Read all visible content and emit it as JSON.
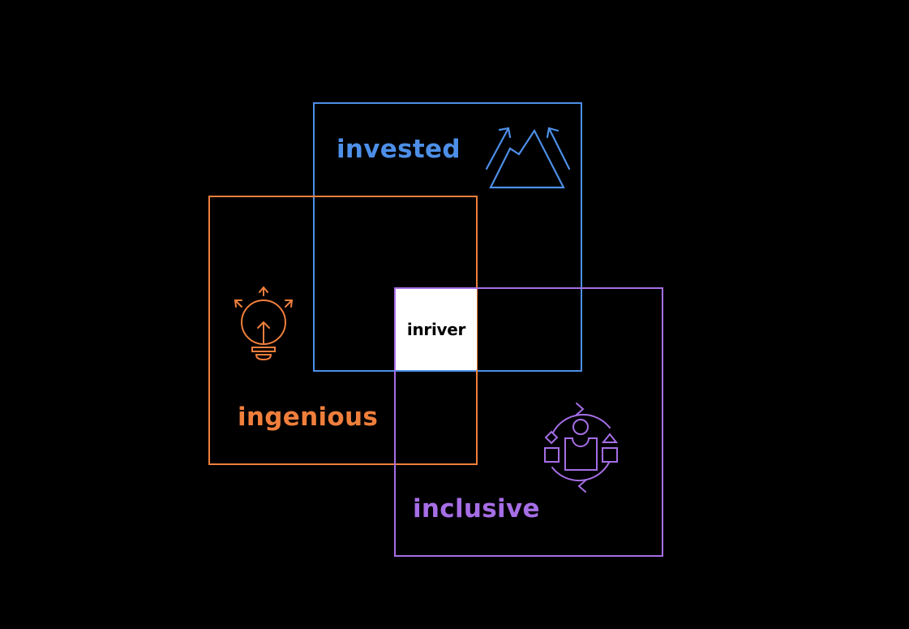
{
  "diagram": {
    "type": "overlapping-squares",
    "background": "#000000",
    "colors": {
      "invested": "#4d8fe8",
      "ingenious": "#f07f3c",
      "inclusive": "#a66ee6",
      "center_fill": "#ffffff",
      "center_text": "#000000"
    },
    "center": {
      "label": "inriver"
    },
    "nodes": [
      {
        "id": "invested",
        "label": "invested",
        "icon": "mountain-arrows-icon",
        "color": "#4d8fe8"
      },
      {
        "id": "ingenious",
        "label": "ingenious",
        "icon": "lightbulb-icon",
        "color": "#f07f3c"
      },
      {
        "id": "inclusive",
        "label": "inclusive",
        "icon": "people-cycle-icon",
        "color": "#a66ee6"
      }
    ]
  }
}
